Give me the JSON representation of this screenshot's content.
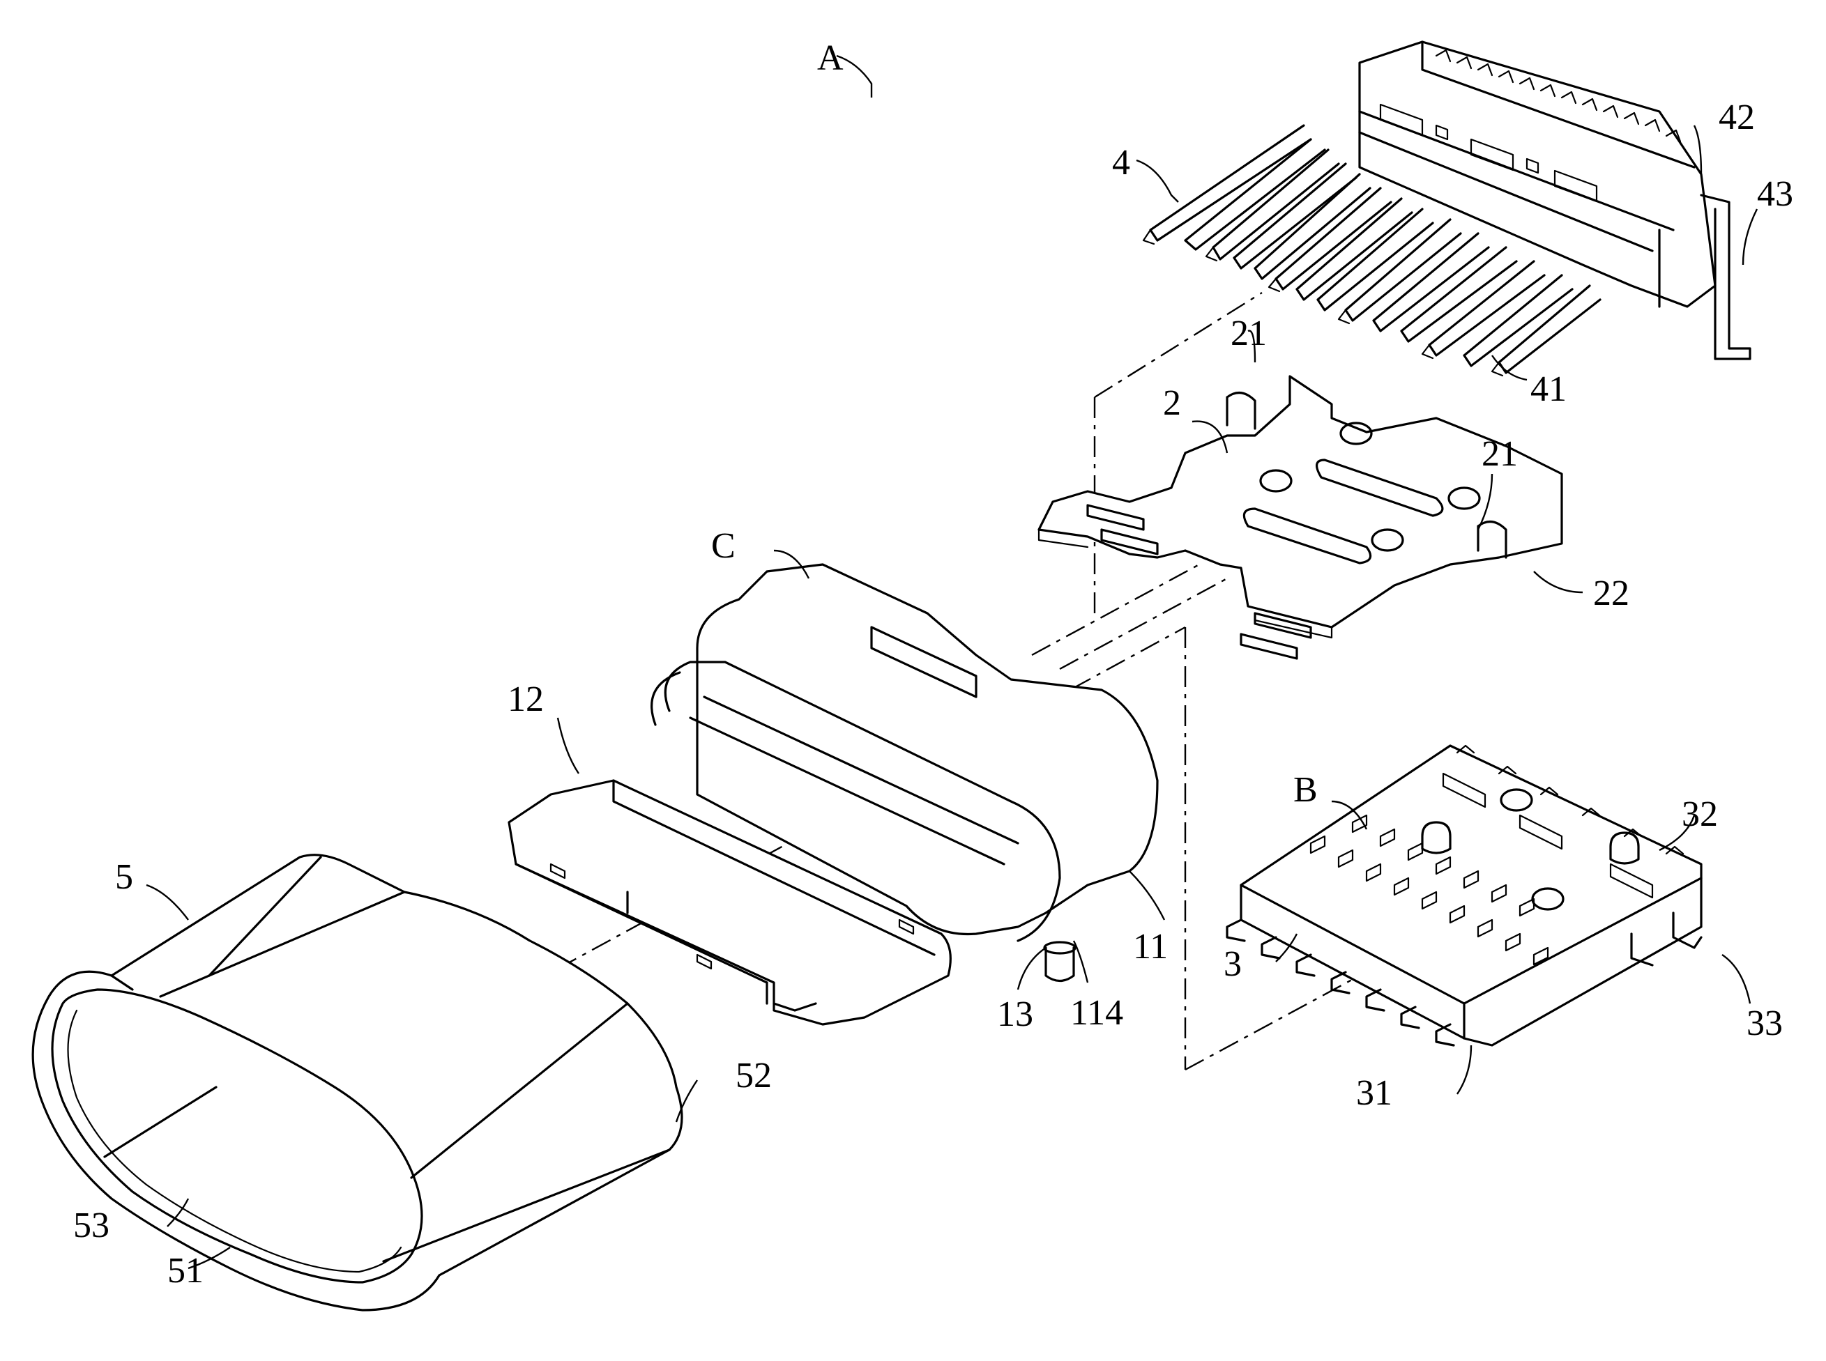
{
  "labels": {
    "A": "A",
    "B": "B",
    "C": "C",
    "n2": "2",
    "n3": "3",
    "n4": "4",
    "n5": "5",
    "n11": "11",
    "n12": "12",
    "n13": "13",
    "n114": "114",
    "n21a": "21",
    "n21b": "21",
    "n22": "22",
    "n31": "31",
    "n32": "32",
    "n33": "33",
    "n41": "41",
    "n42": "42",
    "n43": "43",
    "n51": "51",
    "n52": "52",
    "n53": "53"
  }
}
